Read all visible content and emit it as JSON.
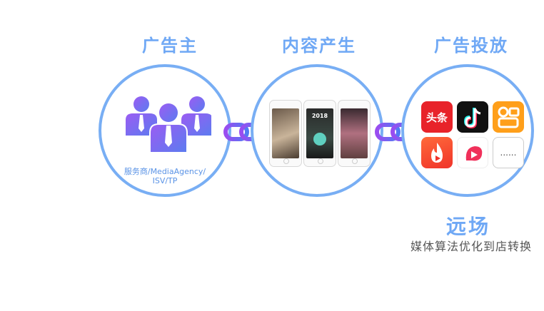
{
  "stages": {
    "advertiser": {
      "title": "广告主",
      "caption_line1": "服务商/MediaAgency/",
      "caption_line2": "ISV/TP"
    },
    "content": {
      "title": "内容产生",
      "phone2_text": "2018"
    },
    "delivery": {
      "title": "广告投放",
      "apps": [
        {
          "name": "toutiao",
          "label": "头条"
        },
        {
          "name": "douyin",
          "label": ""
        },
        {
          "name": "xigua",
          "label": ""
        },
        {
          "name": "huoshan",
          "label": ""
        },
        {
          "name": "pipixia",
          "label": ""
        },
        {
          "name": "more",
          "label": "......"
        }
      ]
    }
  },
  "footer": {
    "title": "远场",
    "subtitle": "媒体算法优化到店转换"
  },
  "colors": {
    "accent": "#6fa8f5",
    "ring": "#78aef4",
    "people": "#8b4fe8",
    "link": "#7b5cf0"
  }
}
